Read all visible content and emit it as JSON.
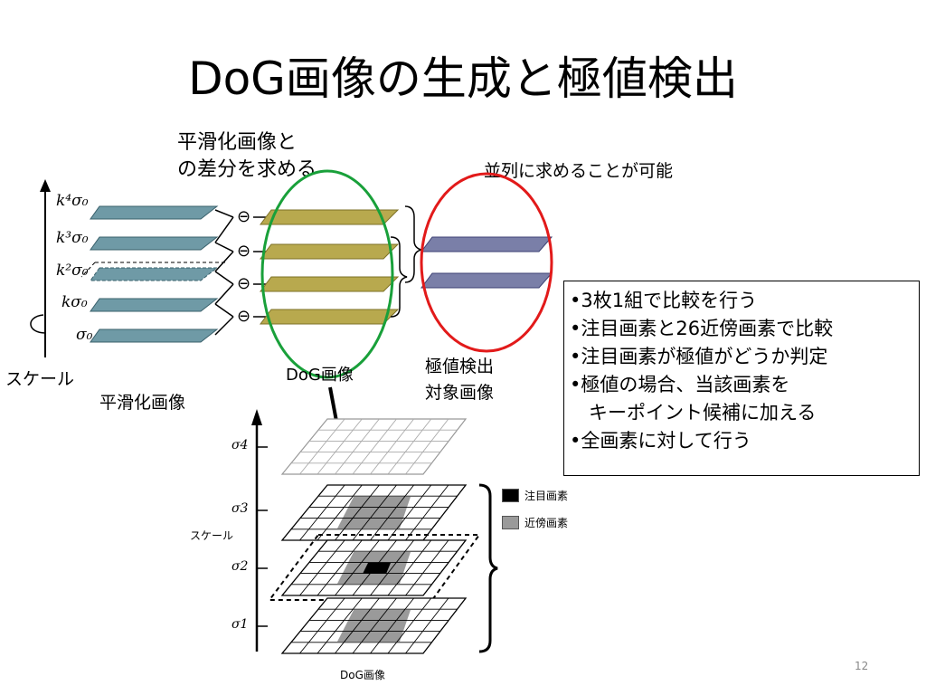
{
  "slide": {
    "title": "DoG画像の生成と極値検出",
    "page_number": "12"
  },
  "labels": {
    "diff_line1": "平滑化画像と",
    "diff_line2": "の差分を求める",
    "parallel": "並列に求めることが可能",
    "scale_left": "スケール",
    "smoothed": "平滑化画像",
    "dog_top": "DoG画像",
    "extrema_line1": "極値検出",
    "extrema_line2": "対象画像"
  },
  "top_figure": {
    "scale_labels": [
      "k⁴σ₀",
      "k³σ₀",
      "k²σ₀",
      "kσ₀",
      "σ₀"
    ],
    "minus_symbol": "⊖"
  },
  "bullets": [
    "•3枚1組で比較を行う",
    "•注目画素と26近傍画素で比較",
    "•注目画素が極値がどうか判定",
    "•極値の場合、当該画素を",
    "　キーポイント候補に加える",
    "•全画素に対して行う"
  ],
  "bottom_figure": {
    "sigma_labels": [
      "σ4",
      "σ3",
      "σ2",
      "σ1"
    ],
    "scale_axis": "スケール",
    "legend_target": "注目画素",
    "legend_neighbor": "近傍画素",
    "caption": "DoG画像",
    "colors": {
      "target": "#000000",
      "neighbor": "#9a9a9a"
    }
  },
  "colors": {
    "green_ellipse": "#19a03a",
    "red_ellipse": "#e21a1a",
    "dog_layer": "#b8a94e",
    "smooth_layer": "#6f9aa6",
    "extrema_layer": "#7a7fa8"
  }
}
